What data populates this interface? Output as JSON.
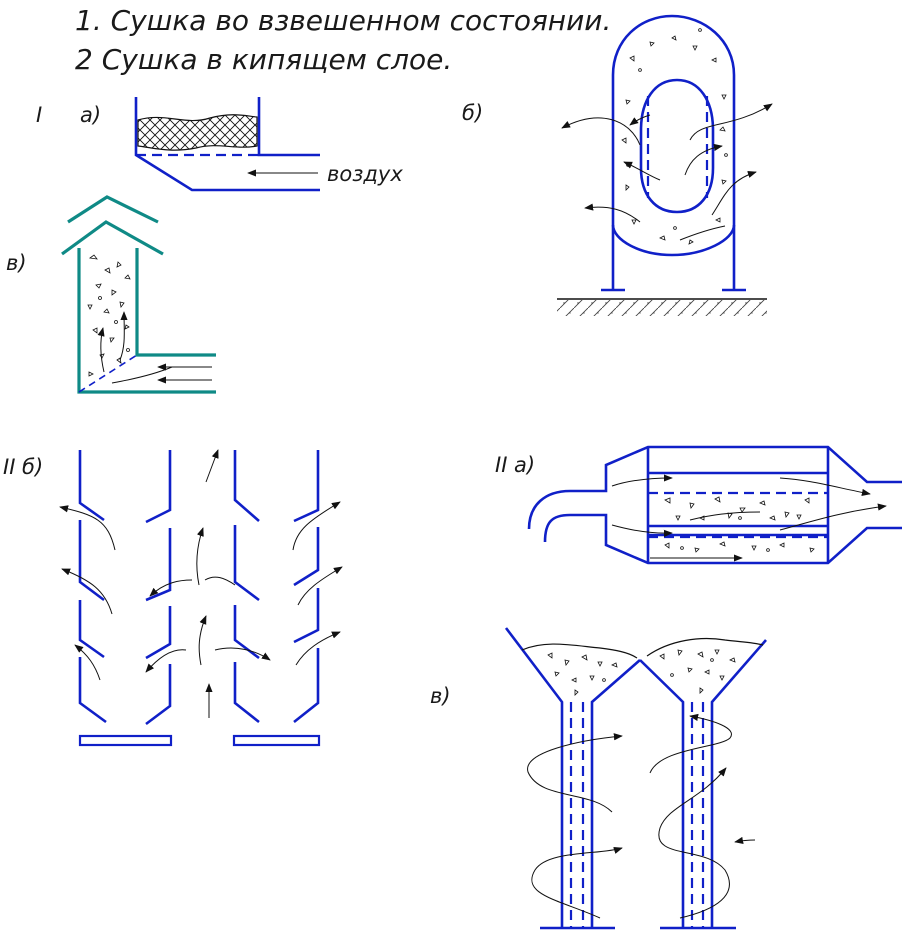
{
  "titles": {
    "line1": "1. Сушка во взвешенном состоянии.",
    "line2": "2 Сушка в кипящем слое."
  },
  "labels": {
    "section_I": "I",
    "sub_a": "а)",
    "air": "воздух",
    "sub_b": "б)",
    "sub_v": "в)",
    "section_IIb": "II б)",
    "section_IIa": "II а)",
    "sub_v2": "в)"
  },
  "colors": {
    "apparatus": "#1020c8",
    "chimney": "#0f8a86",
    "arrows": "#111111"
  }
}
